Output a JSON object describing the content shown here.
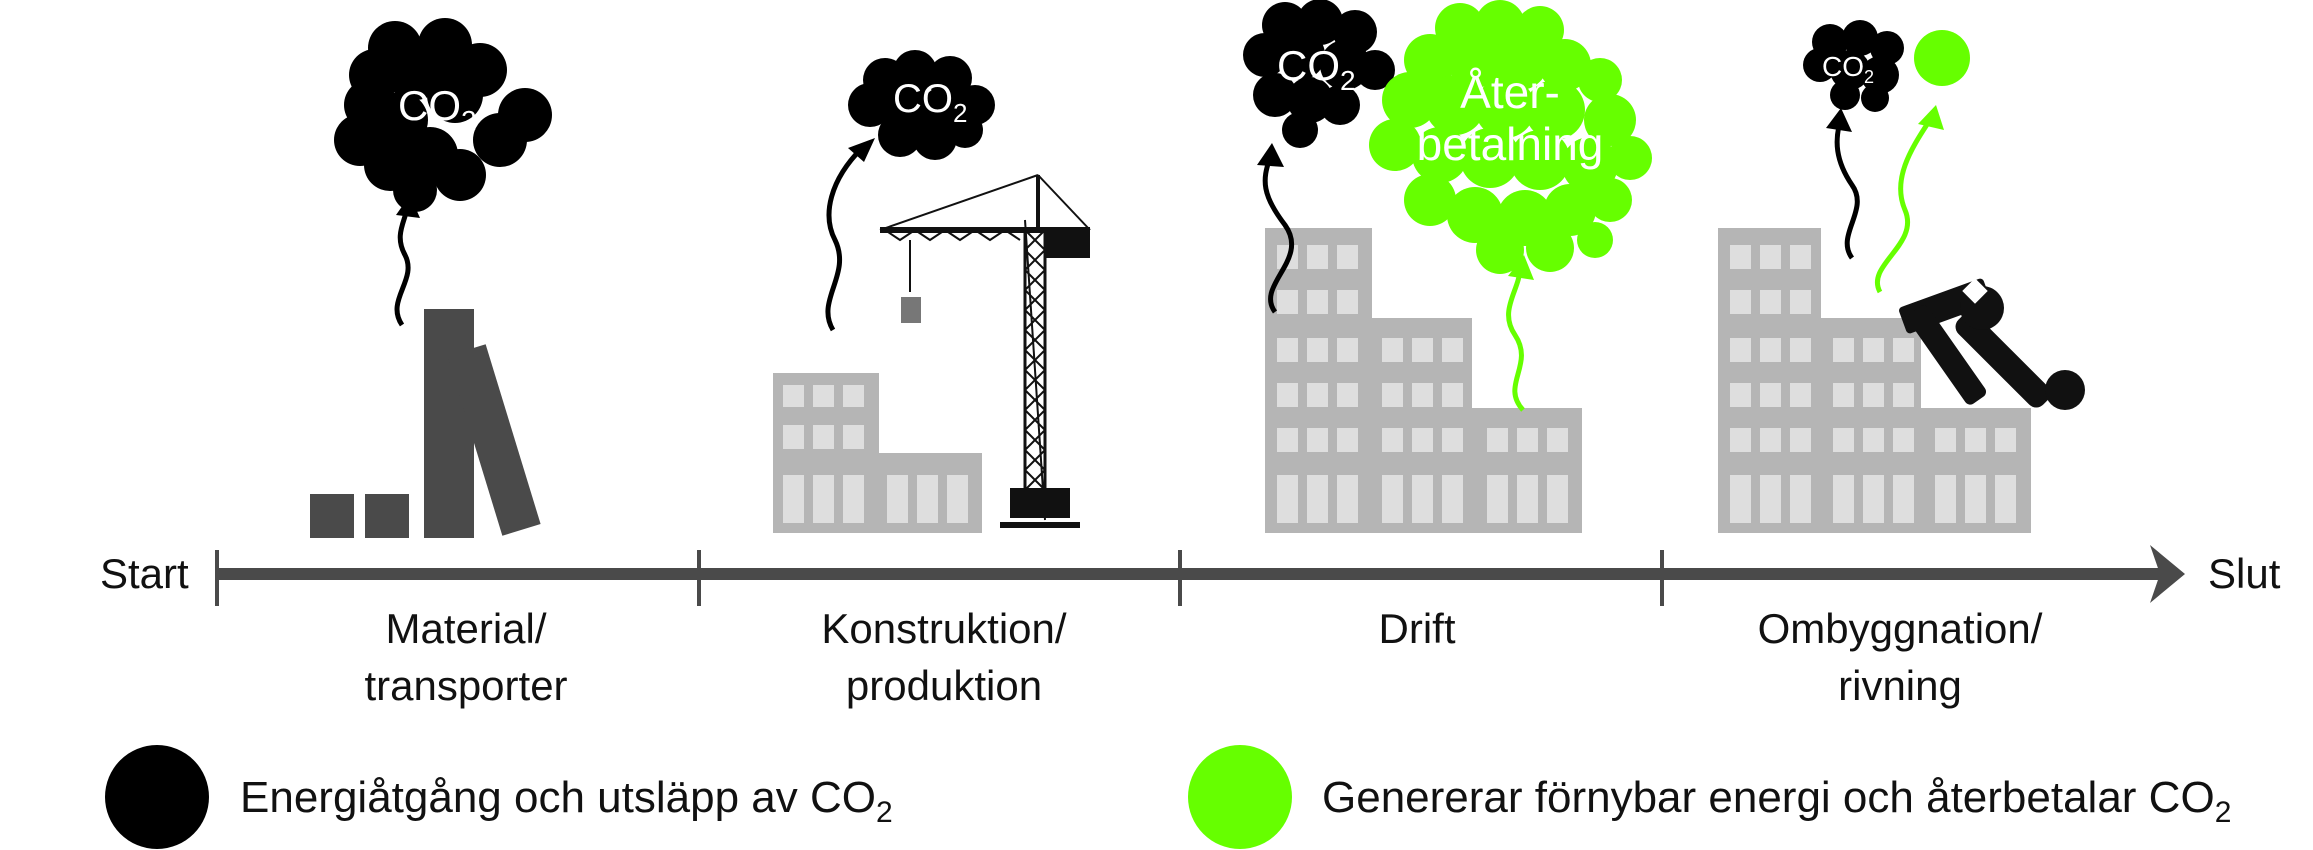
{
  "timeline": {
    "start_label": "Start",
    "end_label": "Slut",
    "phases": [
      {
        "line1": "Material/",
        "line2": "transporter"
      },
      {
        "line1": "Konstruktion/",
        "line2": "produktion"
      },
      {
        "line1": "Drift",
        "line2": ""
      },
      {
        "line1": "Ombyggnation/",
        "line2": "rivning"
      }
    ]
  },
  "clouds": {
    "co2_main": "CO",
    "co2_sub": "2",
    "payback_line1": "Åter-",
    "payback_line2": "betalning"
  },
  "legend": {
    "black_text": "Energiåtgång och utsläpp av CO",
    "black_sub": "2",
    "green_text": "Genererar förnybar energi och återbetalar CO",
    "green_sub": "2"
  },
  "colors": {
    "emission": "#000000",
    "renewable": "#66ff00",
    "timeline": "#4a4a4a",
    "building": "#b5b5b5",
    "window": "#dedede",
    "material": "#4a4a4a"
  },
  "icons": [
    "arrow-icon",
    "cloud-icon",
    "building-icon",
    "crane-icon",
    "hammer-icon",
    "wrench-icon"
  ]
}
